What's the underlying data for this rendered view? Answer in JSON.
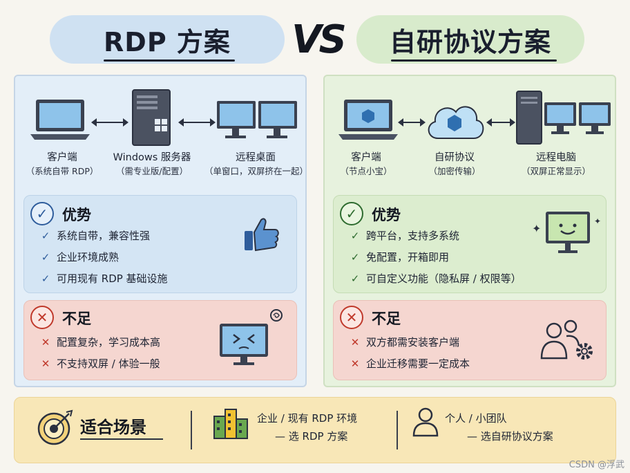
{
  "header": {
    "left_title": "RDP 方案",
    "vs": "VS",
    "right_title": "自研协议方案"
  },
  "left": {
    "devices": [
      {
        "label": "客户端",
        "sub": "（系统自带 RDP）",
        "icon": "laptop-icon"
      },
      {
        "label": "Windows 服务器",
        "sub": "（需专业版/配置）",
        "icon": "server-icon"
      },
      {
        "label": "远程桌面",
        "sub": "（单窗口，双屏挤在一起）",
        "icon": "dual-monitor-icon"
      }
    ],
    "pros": {
      "title": "优势",
      "items": [
        "系统自带，兼容性强",
        "企业环境成熟",
        "可用现有 RDP 基础设施"
      ]
    },
    "cons": {
      "title": "不足",
      "items": [
        "配置复杂，学习成本高",
        "不支持双屏 / 体验一般"
      ]
    }
  },
  "right": {
    "devices": [
      {
        "label": "客户端",
        "sub": "（节点小宝）",
        "icon": "laptop-icon"
      },
      {
        "label": "自研协议",
        "sub": "（加密传输）",
        "icon": "cloud-icon"
      },
      {
        "label": "远程电脑",
        "sub": "（双屏正常显示）",
        "icon": "pc-dual-monitor-icon"
      }
    ],
    "pros": {
      "title": "优势",
      "items": [
        "跨平台，支持多系统",
        "免配置，开箱即用",
        "可自定义功能（隐私屏 / 权限等）"
      ]
    },
    "cons": {
      "title": "不足",
      "items": [
        "双方都需安装客户端",
        "企业迁移需要一定成本"
      ]
    }
  },
  "scenarios": {
    "title": "适合场景",
    "enterprise": {
      "line1": "企业 / 现有 RDP 环境",
      "line2": "— 选 RDP 方案"
    },
    "personal": {
      "line1": "个人 / 小团队",
      "line2": "— 选自研协议方案"
    }
  },
  "watermark": "CSDN @浮武",
  "colors": {
    "left_accent": "#2f5d9c",
    "right_accent": "#2e6b2f",
    "cons_accent": "#c0392b",
    "scene_bg": "#f8e7b7"
  }
}
